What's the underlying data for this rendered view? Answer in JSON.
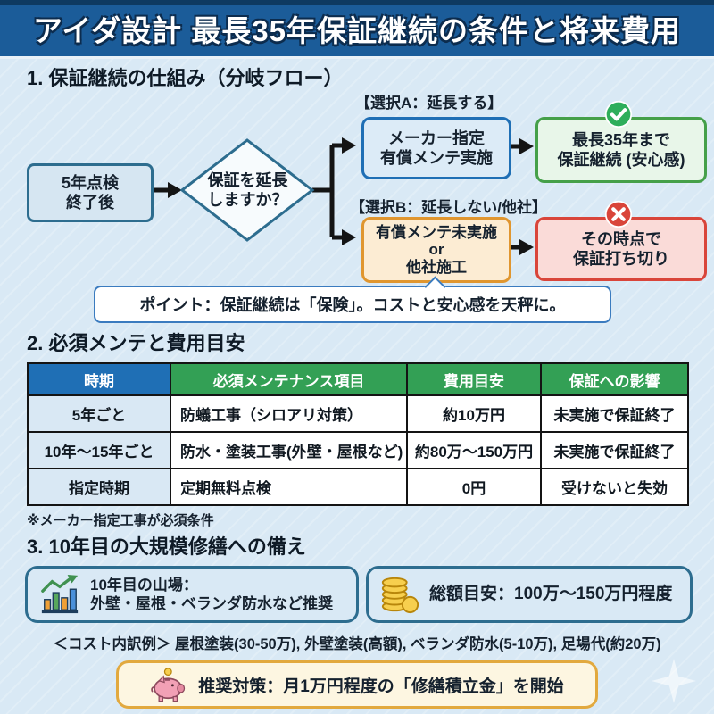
{
  "header": {
    "title": "アイダ設計 最長35年保証継続の条件と将来費用"
  },
  "flow": {
    "section_title": "1. 保証継続の仕組み（分岐フロー）",
    "start": "5年点検\n終了後",
    "decision": "保証を延長\nしますか？",
    "branch_a_label": "【選択A：延長する】",
    "branch_a_action": "メーカー指定\n有償メンテ実施",
    "branch_a_result": "最長35年まで\n保証継続 (安心感)",
    "branch_b_label": "【選択B：延長しない/他社】",
    "branch_b_action": "有償メンテ未実施\nor\n他社施工",
    "branch_b_result": "その時点で\n保証打ち切り",
    "point_note": "ポイント：保証継続は「保険」。コストと安心感を天秤に。",
    "icons": {
      "success": "check-circle",
      "failure": "x-circle"
    }
  },
  "maintenance": {
    "section_title": "2. 必須メンテと費用目安",
    "headers": [
      "時期",
      "必須メンテナンス項目",
      "費用目安",
      "保証への影響"
    ],
    "rows": [
      [
        "5年ごと",
        "防蟻工事（シロアリ対策）",
        "約10万円",
        "未実施で保証終了"
      ],
      [
        "10年〜15年ごと",
        "防水・塗装工事(外壁・屋根など)",
        "約80万〜150万円",
        "未実施で保証終了"
      ],
      [
        "指定時期",
        "定期無料点検",
        "0円",
        "受けないと失効"
      ]
    ],
    "note": "※メーカー指定工事が必須条件"
  },
  "repair": {
    "section_title": "3. 10年目の大規模修繕への備え",
    "milestone": "10年目の山場：\n外壁・屋根・ベランダ防水など推奨",
    "total": "総額目安：100万〜150万円程度",
    "breakdown": "＜コスト内訳例＞ 屋根塗装(30-50万), 外壁塗装(高額), ベランダ防水(5-10万), 足場代(約20万)",
    "recommendation": "推奨対策：月1万円程度の「修繕積立金」を開始"
  },
  "colors": {
    "header_blue": "#1b5c99",
    "table_header_blue": "#1f6fb5",
    "table_header_green": "#33a055",
    "success_green": "#2eae5b",
    "danger_red": "#d9453a",
    "warning_orange": "#e0962f",
    "background": "#d9e9f5"
  }
}
